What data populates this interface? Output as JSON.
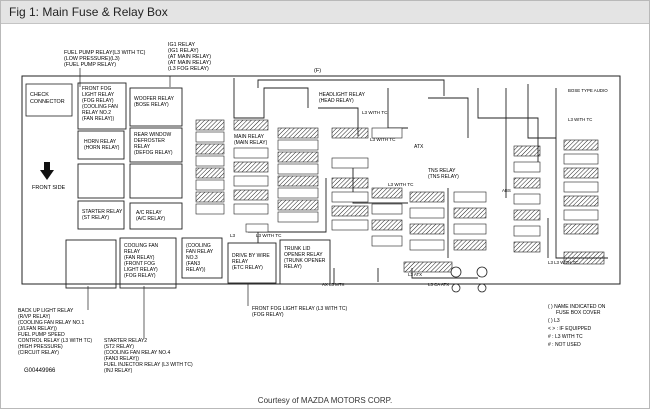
{
  "window": {
    "title": "Fig 1: Main Fuse & Relay Box"
  },
  "diagram": {
    "figure_id": "G00449966",
    "front_side": "FRONT SIDE",
    "check_connector": [
      "CHECK",
      "CONNECTOR"
    ],
    "connector_f": "(F)",
    "top_labels": {
      "fuel_pump": [
        "FUEL PUMP RELAY(L3 WITH TC)",
        "(LOW PRESSURE)(L3)",
        "(FUEL PUMP RELAY)"
      ],
      "ig1": [
        "IG1 RELAY",
        "(IG1 RELAY)",
        "(AT MAIN RELAY)",
        "(AT MAIN RELAY)",
        "(L3 FOG RELAY)"
      ]
    },
    "relays": {
      "front_fog": [
        "FRONT FOG",
        "LIGHT RELAY",
        "(FOG RELAY)",
        "(COOLING FAN",
        "RELAY NO.2",
        "(FAN RELAY))"
      ],
      "woofer": [
        "WOOFER RELAY",
        "(BOSE RELAY)"
      ],
      "horn": [
        "HORN RELAY",
        "(HORN RELAY)"
      ],
      "rear_window": [
        "REAR WINDOW",
        "DEFROSTER",
        "RELAY",
        "(DEFOG RELAY)"
      ],
      "starter": [
        "STARTER RELAY",
        "(ST RELAY)"
      ],
      "ac": [
        "A/C RELAY",
        "(A/C RELAY)"
      ],
      "cooling_fan": [
        "COOLING FAN",
        "RELAY",
        "(FAN RELAY)",
        "(FRONT FOG",
        "LIGHT RELAY)",
        "(FOG RELAY)"
      ],
      "cooling_fan_no3": [
        "(COOLING",
        "FAN RELAY",
        "NO.3",
        "(FAN3",
        "RELAY))"
      ],
      "drive_by_wire": [
        "DRIVE BY WIRE",
        "RELAY",
        "(ETC RELAY)"
      ],
      "trunk_lid": [
        "TRUNK LID",
        "OPENER RELAY",
        "(TRUNK OPENER",
        "RELAY)"
      ],
      "main": [
        "MAIN RELAY",
        "(MAIN RELAY)"
      ],
      "headlight": [
        "HEADLIGHT RELAY",
        "(HEAD RELAY)"
      ],
      "tns": [
        "TNS RELAY",
        "(TNS RELAY)"
      ]
    },
    "small_labels": {
      "l3_with_tc": "L3 WITH TC",
      "atx": "ATX",
      "l3": "L3",
      "bose_type_audio": "BOSE TYPE AUDIO",
      "abs": "ABS",
      "l3_ca_atx": "L3 CA ATX",
      "l3_atx": "L3 ATX",
      "ax_l3_mtx": "AX L3 MTX",
      "l3_l3_with_tc": "L3   L3 WITH TC"
    },
    "bottom_labels": {
      "backup": [
        "BACK UP LIGHT RELAY",
        "(R/VP RELAY)",
        "(COOLING FAN RELAY NO.1",
        "(J/LFAN RELAY))",
        "FUEL PUMP SPEED",
        "CONTROL RELAY (L3 WITH TC)",
        "(HIGH PRESSURE)",
        "(CIRCUIT RELAY)"
      ],
      "starter2": [
        "STARTER RELAY2",
        "(ST2 RELAY)",
        "(COOLING FAN RELAY NO.4",
        "(FAN3 RELAY))",
        "FUEL INJECTOR RELAY (L3 WITH TC)",
        "(INJ RELAY)"
      ],
      "front_fog2": [
        "FRONT FOG LIGHT RELAY (L3 WITH TC)",
        "(FOG RELAY)"
      ]
    },
    "legend": [
      "( ) NAME INDICATED ON",
      "FUSE BOX COVER",
      "( ) L3",
      "< > : IF EQUIPPED",
      "# : L3 WITH TC",
      "# : NOT USED"
    ]
  },
  "credit": "Courtesy of MAZDA MOTORS CORP."
}
